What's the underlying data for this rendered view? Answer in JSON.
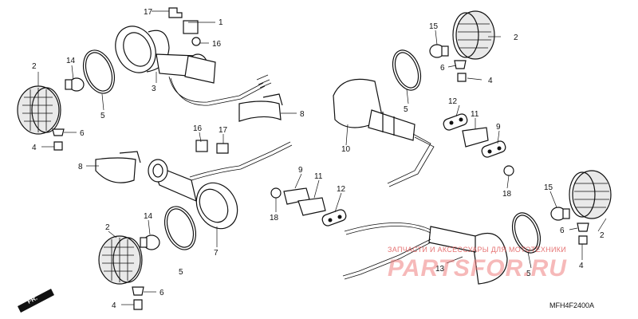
{
  "diagram": {
    "code": "MFH4F2400A",
    "direction_label": "FR.",
    "watermark": {
      "caption": "ЗАПЧАСТИ И АКСЕССУАРЫ ДЛЯ МОТОТЕХНИКИ",
      "logo": "PARTSFOR.RU"
    },
    "callouts": [
      {
        "id": "c1",
        "label": "1"
      },
      {
        "id": "c2",
        "label": "2"
      },
      {
        "id": "c3",
        "label": "3"
      },
      {
        "id": "c4",
        "label": "4"
      },
      {
        "id": "c5",
        "label": "5"
      },
      {
        "id": "c6",
        "label": "6"
      },
      {
        "id": "c7",
        "label": "7"
      },
      {
        "id": "c8",
        "label": "8"
      },
      {
        "id": "c9",
        "label": "9"
      },
      {
        "id": "c10",
        "label": "10"
      },
      {
        "id": "c11",
        "label": "11"
      },
      {
        "id": "c12",
        "label": "12"
      },
      {
        "id": "c13",
        "label": "13"
      },
      {
        "id": "c14",
        "label": "14"
      },
      {
        "id": "c15",
        "label": "15"
      },
      {
        "id": "c16",
        "label": "16"
      },
      {
        "id": "c17",
        "label": "17"
      },
      {
        "id": "c18",
        "label": "18"
      },
      {
        "id": "c2b",
        "label": "2"
      },
      {
        "id": "c2c",
        "label": "2"
      },
      {
        "id": "c2d",
        "label": "2"
      },
      {
        "id": "c4b",
        "label": "4"
      },
      {
        "id": "c4c",
        "label": "4"
      },
      {
        "id": "c4d",
        "label": "4"
      },
      {
        "id": "c5b",
        "label": "5"
      },
      {
        "id": "c5c",
        "label": "5"
      },
      {
        "id": "c5d",
        "label": "5"
      },
      {
        "id": "c6b",
        "label": "6"
      },
      {
        "id": "c6c",
        "label": "6"
      },
      {
        "id": "c6d",
        "label": "6"
      },
      {
        "id": "c8b",
        "label": "8"
      },
      {
        "id": "c9b",
        "label": "9"
      },
      {
        "id": "c11b",
        "label": "11"
      },
      {
        "id": "c12b",
        "label": "12"
      },
      {
        "id": "c14b",
        "label": "14"
      },
      {
        "id": "c15b",
        "label": "15"
      },
      {
        "id": "c16b",
        "label": "16"
      },
      {
        "id": "c17b",
        "label": "17"
      },
      {
        "id": "c18b",
        "label": "18"
      }
    ]
  }
}
